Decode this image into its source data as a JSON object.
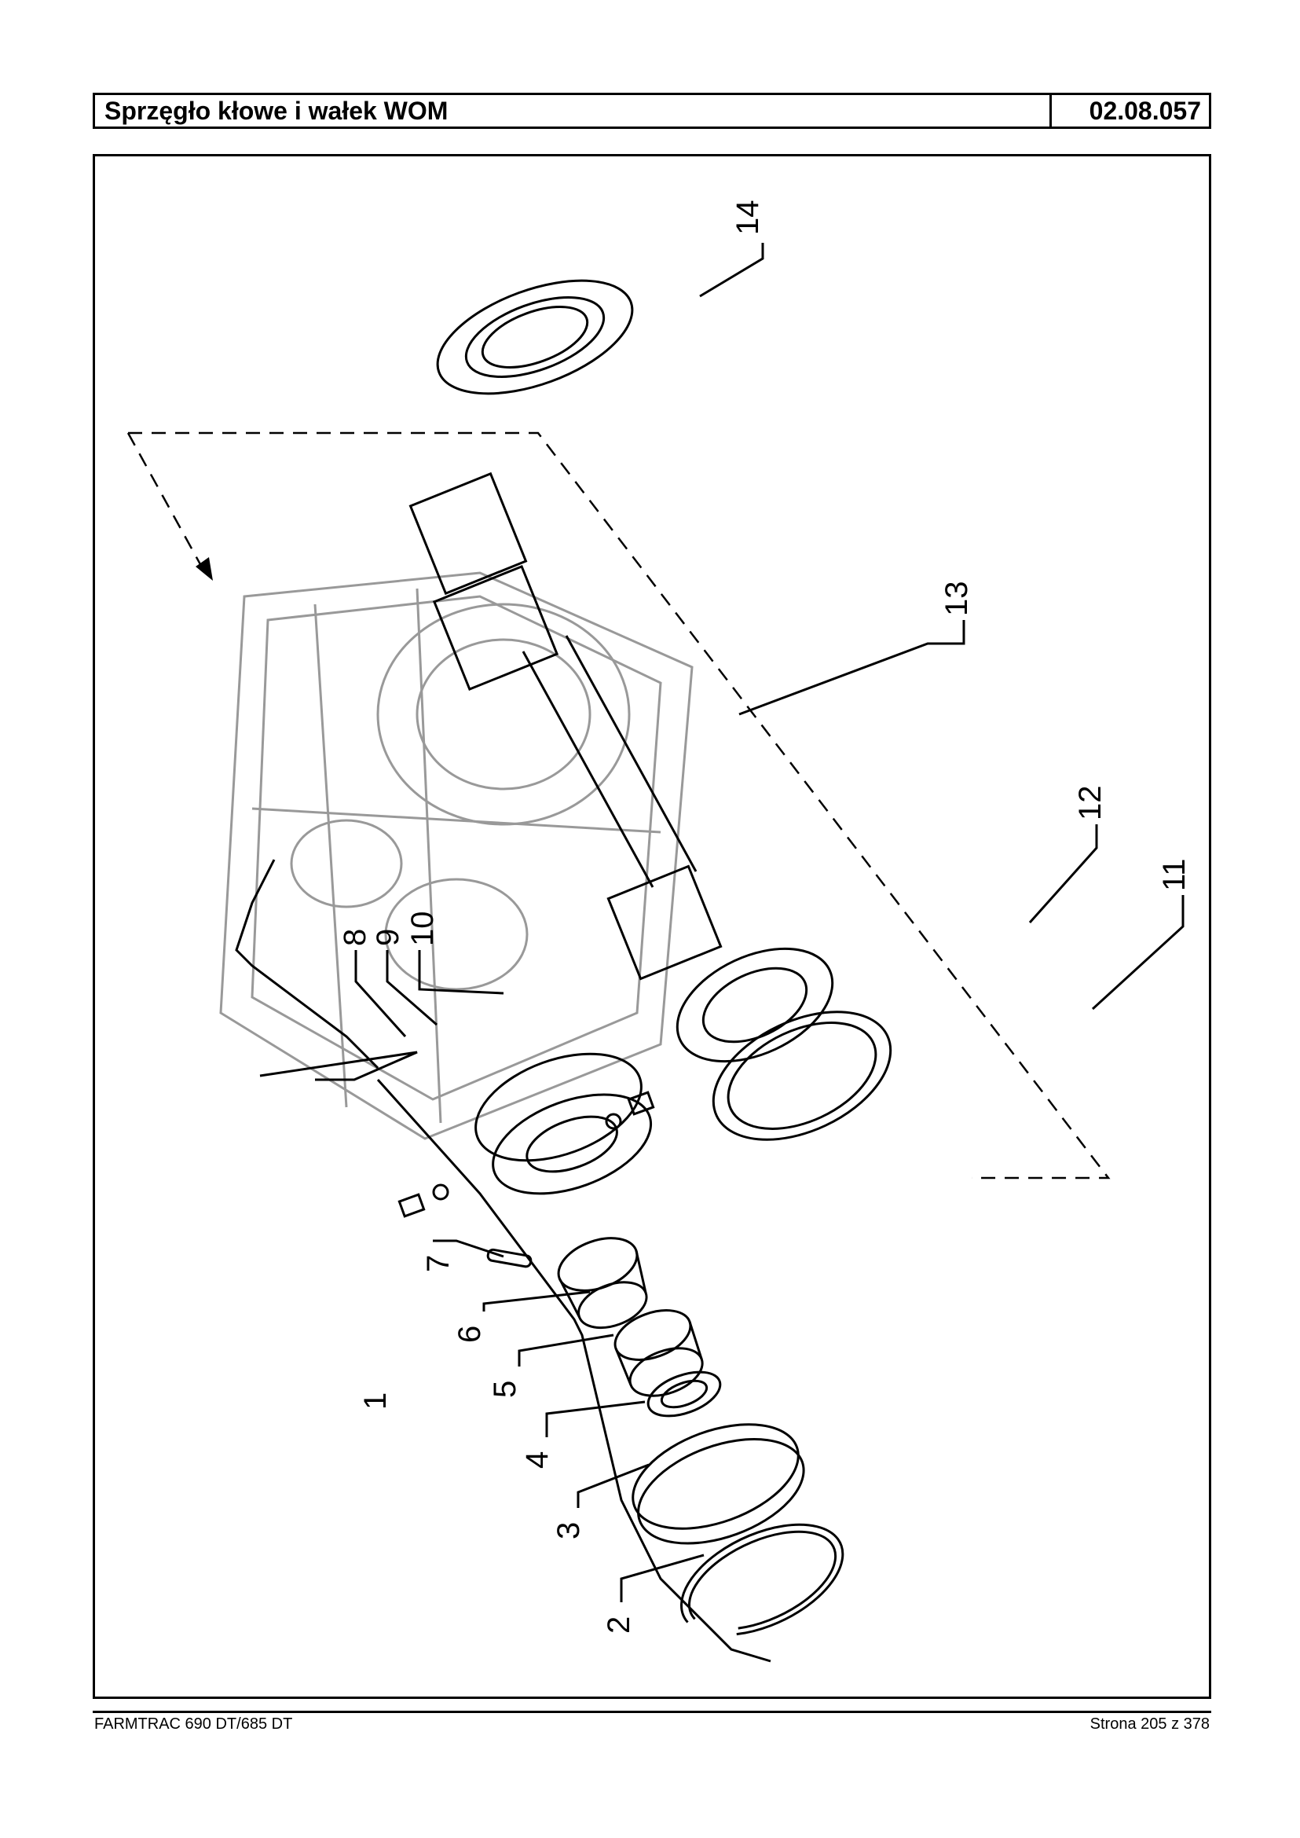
{
  "header": {
    "title": "Sprzęgło kłowe i wałek WOM",
    "code": "02.08.057"
  },
  "diagram": {
    "callouts": [
      {
        "id": "c1",
        "label": "1"
      },
      {
        "id": "c2",
        "label": "2"
      },
      {
        "id": "c3",
        "label": "3"
      },
      {
        "id": "c4",
        "label": "4"
      },
      {
        "id": "c5",
        "label": "5"
      },
      {
        "id": "c6",
        "label": "6"
      },
      {
        "id": "c7",
        "label": "7"
      },
      {
        "id": "c8",
        "label": "8"
      },
      {
        "id": "c9",
        "label": "9"
      },
      {
        "id": "c10",
        "label": "10"
      },
      {
        "id": "c11",
        "label": "11"
      },
      {
        "id": "c12",
        "label": "12"
      },
      {
        "id": "c13",
        "label": "13"
      },
      {
        "id": "c14",
        "label": "14"
      }
    ]
  },
  "footer": {
    "model": "FARMTRAC 690 DT/685 DT",
    "page": "Strona 205 z 378"
  }
}
